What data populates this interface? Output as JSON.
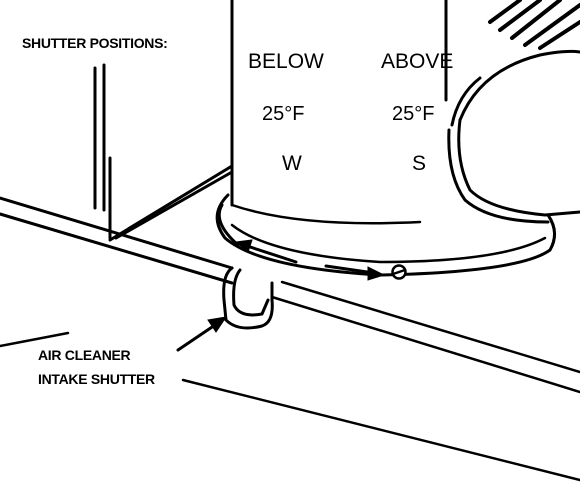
{
  "heading": "SHUTTER POSITIONS:",
  "positions": [
    {
      "condition": "BELOW",
      "temperature": "25°F",
      "setting": "W"
    },
    {
      "condition": "ABOVE",
      "temperature": "25°F",
      "setting": "S"
    }
  ],
  "callout": {
    "line1": "AIR CLEANER",
    "line2": "INTAKE SHUTTER"
  },
  "colors": {
    "ink": "#000000",
    "paper": "#ffffff"
  }
}
